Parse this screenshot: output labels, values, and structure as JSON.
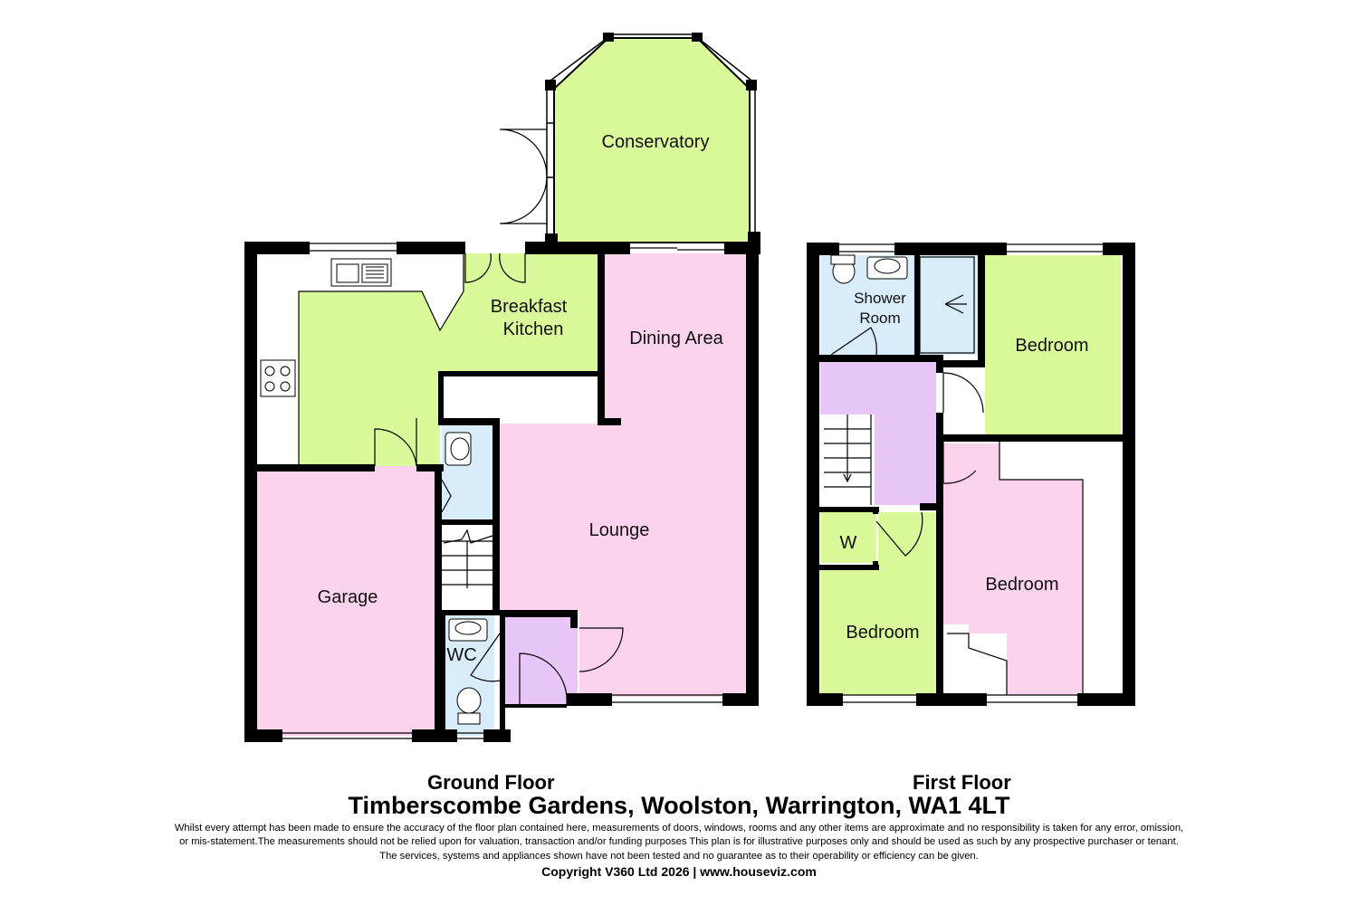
{
  "ground_floor": {
    "title": "Ground Floor",
    "rooms": {
      "conservatory": "Conservatory",
      "breakfast_kitchen_line1": "Breakfast",
      "breakfast_kitchen_line2": "Kitchen",
      "dining_area": "Dining Area",
      "lounge": "Lounge",
      "garage": "Garage",
      "wc": "WC"
    }
  },
  "first_floor": {
    "title": "First Floor",
    "rooms": {
      "shower_room_line1": "Shower",
      "shower_room_line2": "Room",
      "bedroom_top_right": "Bedroom",
      "bedroom_middle": "Bedroom",
      "bedroom_bottom_left": "Bedroom",
      "wardrobe": "W"
    }
  },
  "address": "Timberscombe Gardens, Woolston, Warrington, WA1 4LT",
  "disclaimer": {
    "line1": "Whilst every attempt has been made to ensure the accuracy of the floor plan contained here, measurements of doors, windows, rooms and any other items are approximate and no responsibility is taken for any error, omission,",
    "line2": "or mis-statement.The measurements should not be relied upon for valuation, transaction and/or funding purposes This plan is for illustrative purposes only and should be used as such by any prospective purchaser or tenant.",
    "line3": "The services, systems and appliances shown have not been tested and no guarantee as to their operability or efficiency can be given."
  },
  "copyright": "Copyright V360 Ltd 2026 | www.houseviz.com",
  "colors": {
    "green": "#d9f99a",
    "pink": "#fbd3ec",
    "blue": "#d9ecfa",
    "purple": "#e8c6f7",
    "wall": "#000000"
  }
}
